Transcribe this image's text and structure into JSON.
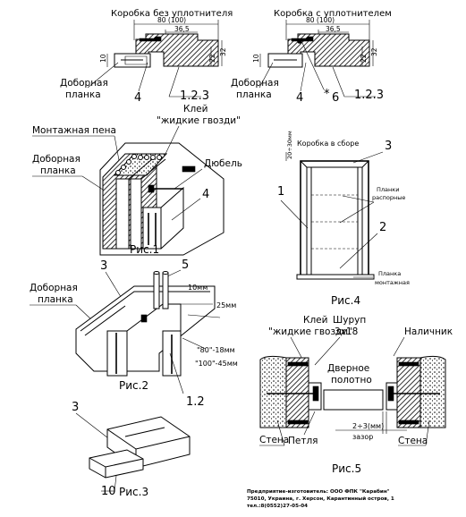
{
  "top": {
    "left_title": "Коробка без уплотнителя",
    "right_title": "Коробка с уплотнителем",
    "dim_80_100": "80 (100)",
    "dim_36_5": "36,5",
    "dim_32": "32",
    "dim_10": "10",
    "dim_22": "22",
    "label_dobornaya": "Доборная\nпланка",
    "num_4": "4",
    "num_123": "1.2.3",
    "num_6": "6"
  },
  "fig1": {
    "caption": "Рис.1",
    "montazh_pena": "Монтажная пена",
    "kley_line1": "Клей",
    "kley_line2": "\"жидкие гвозди\"",
    "dobornaya": "Доборная\nпланка",
    "dyubel": "Дюбель",
    "num_4": "4"
  },
  "fig2": {
    "caption": "Рис.2",
    "dobornaya": "Доборная\nпланка",
    "num_3": "3",
    "num_5": "5",
    "dim_10mm": "10мм",
    "dim_25mm": "25мм",
    "dim_80": "\"80\"-18мм",
    "dim_100": "\"100\"-45мм",
    "num_12": "1.2"
  },
  "fig3": {
    "caption": "Рис.3",
    "num_3": "3",
    "num_10": "10"
  },
  "fig4": {
    "caption": "Рис.4",
    "korobka_v_sbore": "Коробка в сборе",
    "dim_20_30": "20÷30мм",
    "num_3": "3",
    "num_1": "1",
    "num_2": "2",
    "planki_rasp": "Планки\nраспорные",
    "planka_montazh": "Планка\nмонтажная"
  },
  "fig5": {
    "caption": "Рис.5",
    "kley_line1": "Клей",
    "kley_line2": "\"жидкие гвозди\"",
    "shurup_line1": "Шуруп",
    "shurup_line2": "3x18",
    "nalichnik": "Наличник",
    "dvernoe": "Дверное\nполотно",
    "zazor_dim": "2÷3(мм)",
    "zazor": "зазор",
    "stena_left": "Стена",
    "petlya": "Петля",
    "stena_right": "Стена"
  },
  "footer": {
    "line1": "Предприятие-изготовитель: ООО ФПК \"Карабин\"",
    "line2": "75010, Украина, г. Херсон, Карантинный остров, 1",
    "line3": "тел.:8(0552)27-05-04"
  }
}
